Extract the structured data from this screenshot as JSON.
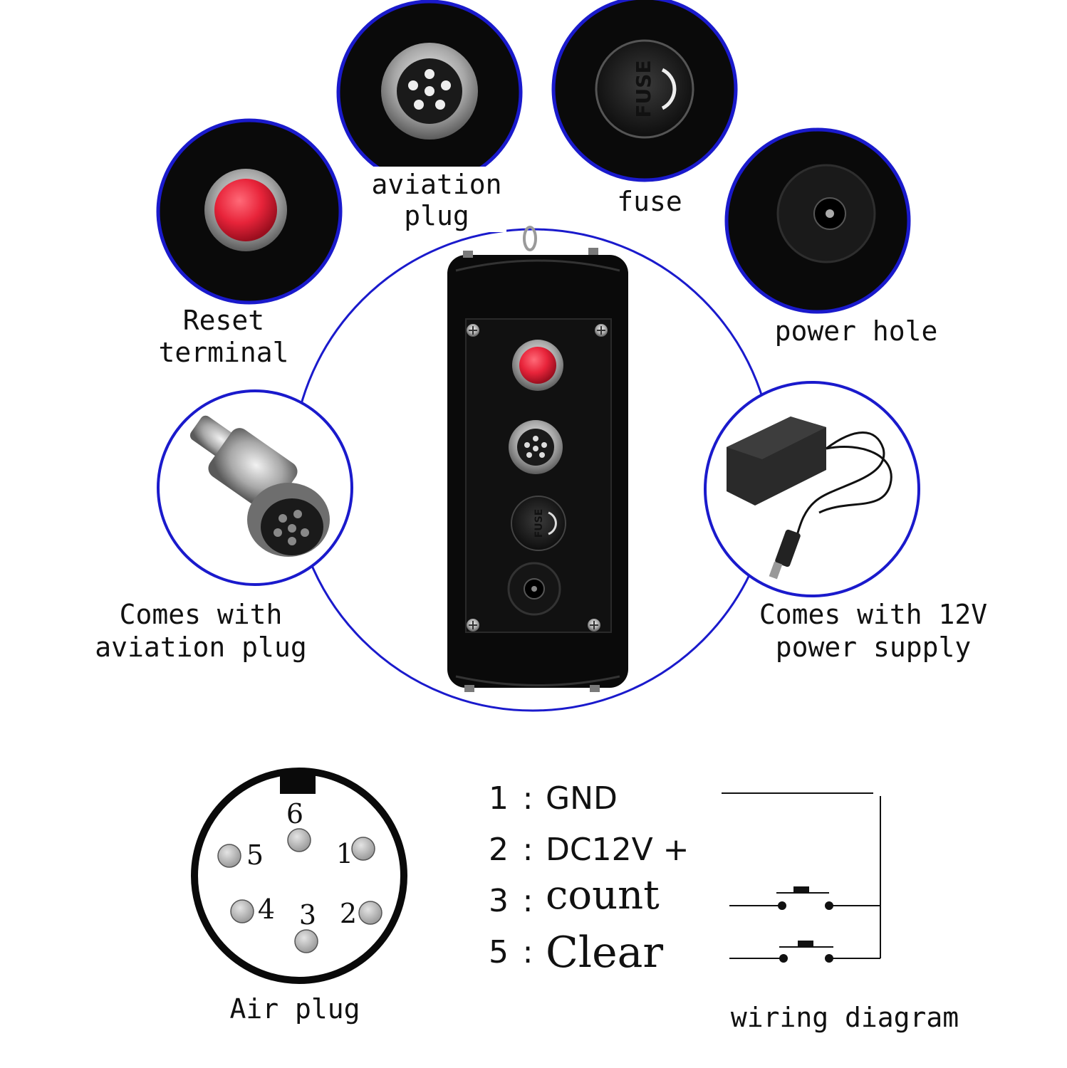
{
  "colors": {
    "ring": "#1a1acc",
    "device_body": "#0a0a0a",
    "button_red": "#e8243a",
    "metal": "#b8b8b8",
    "pin_fill": "#c8c8c8",
    "text": "#111111"
  },
  "callouts": {
    "reset": {
      "line1": "Reset",
      "line2": "terminal",
      "icon": "red-reset-button-icon"
    },
    "aviation": {
      "line1": "aviation",
      "line2": "plug",
      "icon": "aviation-socket-icon"
    },
    "fuse": {
      "label": "fuse",
      "icon": "fuse-holder-icon",
      "fuse_text": "FUSE"
    },
    "power_hole": {
      "label": "power hole",
      "icon": "dc-jack-icon"
    },
    "comes_plug": {
      "line1": "Comes with",
      "line2": "aviation plug",
      "icon": "aviation-plug-connector-icon"
    },
    "comes_power": {
      "line1": "Comes with 12V",
      "line2": "power supply",
      "icon": "power-adapter-icon"
    }
  },
  "air_plug": {
    "caption": "Air plug",
    "pins": [
      {
        "label": "6"
      },
      {
        "label": "5"
      },
      {
        "label": "1"
      },
      {
        "label": "4"
      },
      {
        "label": "3"
      },
      {
        "label": "2"
      }
    ]
  },
  "pinout": [
    {
      "num": "1",
      "sep": ":",
      "label": "GND"
    },
    {
      "num": "2",
      "sep": ":",
      "label": "DC12V +"
    },
    {
      "num": "3",
      "sep": ":",
      "label": "count"
    },
    {
      "num": "5",
      "sep": ":",
      "label": "Clear"
    }
  ],
  "wiring": {
    "caption": "wiring diagram"
  }
}
